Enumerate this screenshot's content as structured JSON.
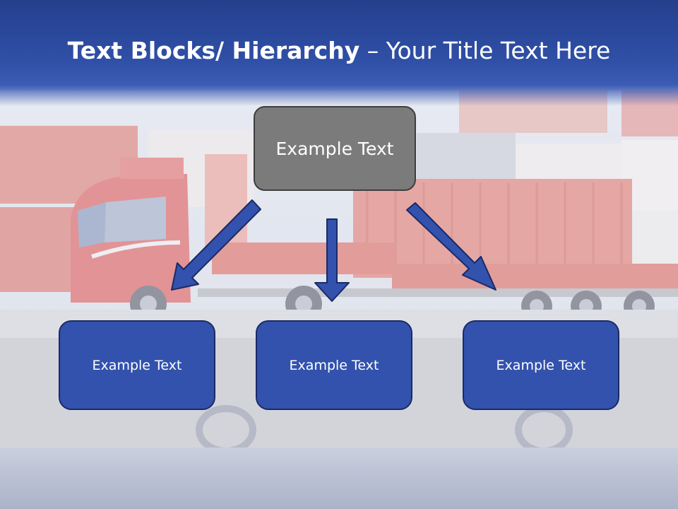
{
  "title": {
    "bold": "Text Blocks/ Hierarchy",
    "rest": " – Your Title Text Here"
  },
  "diagram": {
    "root": {
      "label": "Example Text"
    },
    "children": [
      {
        "label": "Example Text"
      },
      {
        "label": "Example Text"
      },
      {
        "label": "Example Text"
      }
    ]
  },
  "colors": {
    "title_band": "#2f4fa6",
    "root_fill": "#7b7b7b",
    "child_fill": "#3352ad",
    "arrow_fill": "#3352ad"
  }
}
